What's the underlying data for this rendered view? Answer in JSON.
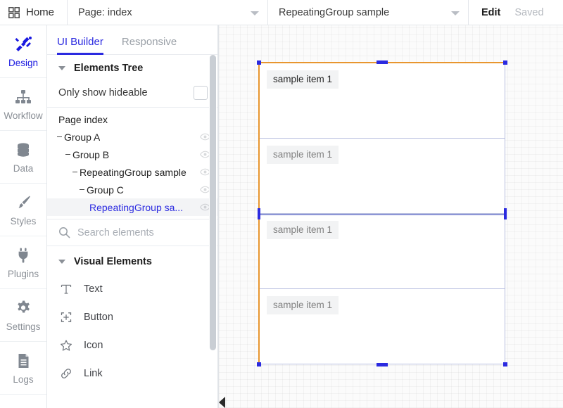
{
  "topbar": {
    "home_label": "Home",
    "home_icon": "grid-icon",
    "page_select": {
      "label": "Page: index",
      "caret_icon": "chevron-down-icon"
    },
    "element_select": {
      "label": "RepeatingGroup sample",
      "caret_icon": "chevron-down-icon"
    },
    "edit_label": "Edit",
    "saved_label": "Saved"
  },
  "rail": {
    "items": [
      {
        "label": "Design",
        "icon": "design-brush-pencil-icon",
        "active": true
      },
      {
        "label": "Workflow",
        "icon": "workflow-hierarchy-icon",
        "active": false
      },
      {
        "label": "Data",
        "icon": "database-icon",
        "active": false
      },
      {
        "label": "Styles",
        "icon": "paintbrush-icon",
        "active": false
      },
      {
        "label": "Plugins",
        "icon": "plug-icon",
        "active": false
      },
      {
        "label": "Settings",
        "icon": "gear-icon",
        "active": false
      },
      {
        "label": "Logs",
        "icon": "document-lines-icon",
        "active": false
      }
    ]
  },
  "panel": {
    "tabs": [
      {
        "label": "UI Builder",
        "active": true
      },
      {
        "label": "Responsive",
        "active": false
      }
    ],
    "elements_tree": {
      "title": "Elements Tree",
      "toggle_icon": "chevron-down-icon",
      "only_show_hideable_label": "Only show hideable",
      "only_show_hideable_checked": false,
      "rows": [
        {
          "label": "Page index",
          "depth": 0,
          "dash": false,
          "eye": false,
          "selected": false
        },
        {
          "label": "Group A",
          "depth": 0,
          "dash": true,
          "eye": true,
          "selected": false
        },
        {
          "label": "Group B",
          "depth": 1,
          "dash": true,
          "eye": true,
          "selected": false
        },
        {
          "label": "RepeatingGroup sample",
          "depth": 2,
          "dash": true,
          "eye": true,
          "selected": false
        },
        {
          "label": "Group C",
          "depth": 3,
          "dash": true,
          "eye": true,
          "selected": false
        },
        {
          "label": "RepeatingGroup sa...",
          "depth": 4,
          "dash": false,
          "eye": true,
          "selected": true
        }
      ]
    },
    "search": {
      "placeholder": "Search elements",
      "value": "",
      "icon": "search-icon"
    },
    "visual_elements": {
      "title": "Visual Elements",
      "toggle_icon": "chevron-down-icon",
      "items": [
        {
          "label": "Text",
          "icon": "text-t-icon"
        },
        {
          "label": "Button",
          "icon": "button-plus-icon"
        },
        {
          "label": "Icon",
          "icon": "star-icon"
        },
        {
          "label": "Link",
          "icon": "link-chain-icon"
        }
      ]
    },
    "collapse_icon": "collapse-left-arrow-icon"
  },
  "canvas": {
    "repeating_group_name": "RepeatingGroup sample",
    "rows": [
      {
        "text": "sample item 1",
        "ghost": false
      },
      {
        "text": "sample item 1",
        "ghost": true
      },
      {
        "text": "sample item 1",
        "ghost": true
      },
      {
        "text": "sample item 1",
        "ghost": true
      }
    ]
  },
  "colors": {
    "accent_blue": "#2b2ae0",
    "selection_orange": "#e8962f",
    "selection_border": "#b9bfe0",
    "muted_text": "#8b9097"
  }
}
